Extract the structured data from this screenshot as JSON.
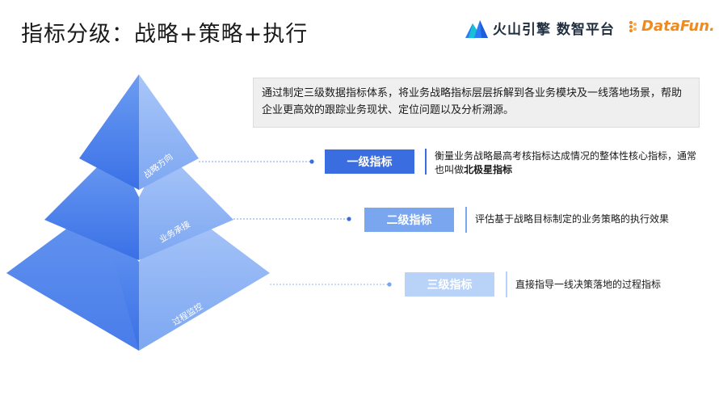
{
  "title": "指标分级：战略+策略+执行",
  "logos": {
    "brand1": "火山引擎 数智平台",
    "brand2": "DataFun.",
    "brand1_icon": "volcano-mountain-icon",
    "brand2_icon": "datafun-dots-icon"
  },
  "intro": "通过制定三级数据指标体系，将业务战略指标层层拆解到各业务模块及一线落地场景，帮助企业更高效的跟踪业务现状、定位问题以及分析溯源。",
  "pyramid": {
    "top": "战略方向",
    "middle": "业务承接",
    "bottom": "过程监控"
  },
  "levels": [
    {
      "label": "一级指标",
      "color": "#3a6ee0",
      "desc_prefix": "衡量业务战略最高考核指标达成情况的整体性核心指标，通常也叫做",
      "desc_bold": "北极星指标"
    },
    {
      "label": "二级指标",
      "color": "#7aa6ef",
      "desc_prefix": "评估基于战略目标制定的业务策略的执行效果",
      "desc_bold": ""
    },
    {
      "label": "三级指标",
      "color": "#b9d2f7",
      "desc_prefix": "直接指导一线决策落地的过程指标",
      "desc_bold": ""
    }
  ]
}
